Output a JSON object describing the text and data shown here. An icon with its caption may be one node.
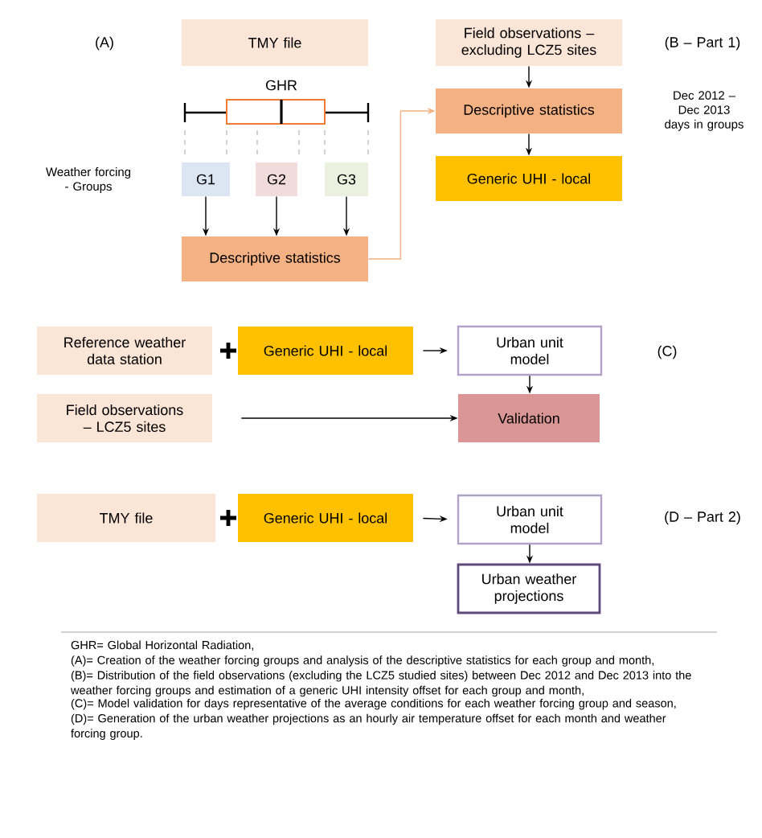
{
  "diagram": {
    "nodes": [
      {
        "text": [
          "TMY file"
        ]
      },
      {
        "text": [
          "Field observations – excluding LCZ5 sites"
        ]
      },
      {
        "text": [
          "G1"
        ]
      },
      {
        "text": [
          "G2"
        ]
      },
      {
        "text": [
          "G3"
        ]
      },
      {
        "text": [
          "Descriptive statistics"
        ]
      },
      {
        "text": [
          "Descriptive statistics"
        ]
      },
      {
        "text": [
          "Generic UHI - local"
        ]
      },
      {
        "text": [
          "Reference weather data station"
        ]
      },
      {
        "text": [
          "Generic UHI - local"
        ]
      },
      {
        "text": [
          "Urban unit model"
        ]
      },
      {
        "text": [
          "Field observations – LCZ5 sites"
        ]
      },
      {
        "text": [
          "Validation"
        ]
      },
      {
        "text": [
          "TMY file"
        ]
      },
      {
        "text": [
          "Generic UHI - local"
        ]
      },
      {
        "text": [
          "Urban unit model"
        ]
      },
      {
        "text": [
          "Urban weather projections"
        ]
      }
    ],
    "edges": [
      {
        "from": 2,
        "to": 5,
        "arrow": "to"
      },
      {
        "from": 3,
        "to": 5,
        "arrow": "to"
      },
      {
        "from": 4,
        "to": 5,
        "arrow": "to"
      },
      {
        "from": 5,
        "to": 6,
        "arrow": "to",
        "color": "#f4b183"
      },
      {
        "from": 1,
        "to": 6,
        "arrow": "to"
      },
      {
        "from": 6,
        "to": 7,
        "arrow": "to"
      },
      {
        "from": 9,
        "to": 10,
        "arrow": "to"
      },
      {
        "from": 10,
        "to": 12,
        "arrow": "to"
      },
      {
        "from": 11,
        "to": 12,
        "arrow": "to"
      },
      {
        "from": 14,
        "to": 15,
        "arrow": "to"
      },
      {
        "from": 15,
        "to": 16,
        "arrow": "to"
      }
    ],
    "labels": [
      "(A)",
      "(B – Part 1)",
      "Dec 2012 – Dec 2013 days in groups",
      "GHR",
      "Weather forcing - Groups",
      "(C)",
      "(D – Part 2)",
      "GHR= Global Horizontal Radiation,",
      "(A)= Creation of the weather forcing groups and analysis of the descriptive statistics for each group and month,",
      "(B)= Distribution of the field observations (excluding the LCZ5 studied sites) between Dec 2012 and Dec 2013 into the weather forcing groups and estimation of a generic UHI intensity offset for each group and month,",
      "(C)= Model validation for days representative of the average conditions for each weather forcing group and season,",
      "(D)= Generation of the urban weather projections as an hourly air temperature offset for each month and weather forcing group."
    ]
  }
}
